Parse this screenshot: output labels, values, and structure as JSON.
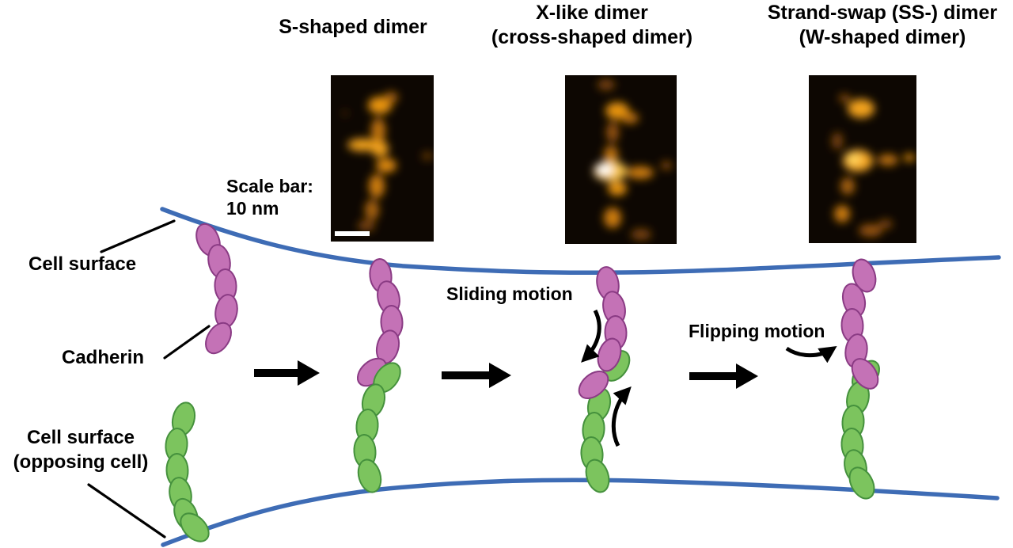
{
  "figure": {
    "stage_titles": [
      {
        "line1": "S-shaped dimer",
        "line2": ""
      },
      {
        "line1": "X-like dimer",
        "line2": "(cross-shaped dimer)"
      },
      {
        "line1": "Strand-swap (SS-) dimer",
        "line2": "(W-shaped dimer)"
      }
    ],
    "labels": {
      "scale_bar": {
        "line1": "Scale bar:",
        "line2": "10 nm"
      },
      "cell_surface_top": "Cell surface",
      "cadherin": "Cadherin",
      "cell_surface_bottom": {
        "line1": "Cell surface",
        "line2": "(opposing cell)"
      },
      "sliding_motion": "Sliding motion",
      "flipping_motion": "Flipping motion"
    },
    "afm_images": [
      {
        "name": "afm-image-s-shaped-dimer"
      },
      {
        "name": "afm-image-x-like-dimer"
      },
      {
        "name": "afm-image-strand-swap-dimer"
      }
    ]
  },
  "colors": {
    "surface_blue": "#3e6cb5",
    "cadherin_magenta": "#c472b6",
    "cadherin_magenta_outline": "#8a3b84",
    "cadherin_green": "#7cc45e",
    "cadherin_green_outline": "#45913d",
    "arrow_black": "#000000",
    "afm_background": "#0d0702",
    "afm_orange_dim": "#8a4c08",
    "afm_orange": "#d98a10",
    "afm_orange_bright": "#f2a21c",
    "afm_highlight": "#ffffff",
    "scalebar_white": "#ffffff"
  }
}
